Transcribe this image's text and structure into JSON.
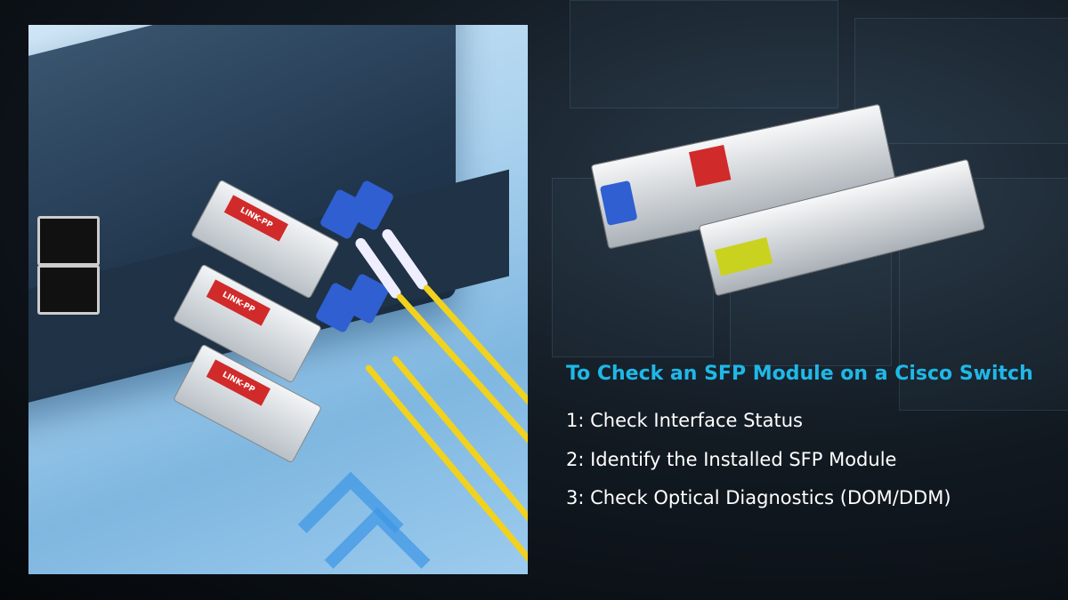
{
  "heading": "To Check an SFP Module on a Cisco Switch",
  "steps": [
    "1: Check Interface Status",
    "2: Identify the Installed SFP Module",
    "3: Check Optical Diagnostics (DOM/DDM)"
  ],
  "product_label_logo": "LINK-PP",
  "colors": {
    "heading": "#1fb8e8",
    "steps": "#ffffff",
    "label": "#d12a2a",
    "fiber": "#f1d21e",
    "connector": "#2f5fd0"
  }
}
